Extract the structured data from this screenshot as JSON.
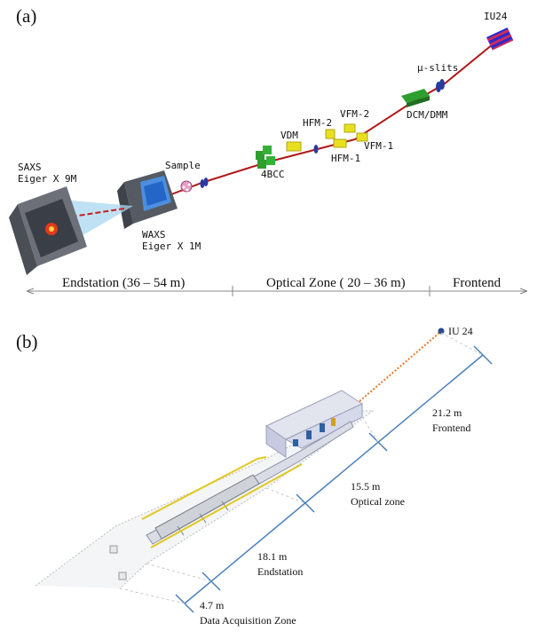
{
  "panel_a": {
    "tag": "(a)",
    "components": {
      "iu24": "IU24",
      "mu_slits": "µ-slits",
      "dcm_dmm": "DCM/DMM",
      "vfm2": "VFM-2",
      "hfm2": "HFM-2",
      "vdm": "VDM",
      "vfm1": "VFM-1",
      "hfm1": "HFM-1",
      "bcc4": "4BCC",
      "sample": "Sample",
      "saxs_line1": "SAXS",
      "saxs_line2": "Eiger X 9M",
      "waxs_line1": "WAXS",
      "waxs_line2": "Eiger X 1M"
    },
    "zones": {
      "endstation": "Endstation  (36 – 54 m)",
      "optical": "Optical Zone  ( 20 – 36 m)",
      "frontend": "Frontend"
    }
  },
  "panel_b": {
    "tag": "(b)",
    "source": "IU 24",
    "segments": {
      "frontend_len": "21.2 m",
      "frontend_name": "Frontend",
      "optical_len": "15.5 m",
      "optical_name": "Optical zone",
      "endstation_len": "18.1 m",
      "endstation_name": "Endstation",
      "daq_len": "4.7 m",
      "daq_name": "Data Acquisition Zone"
    }
  },
  "colors": {
    "beam": "#b01818",
    "mirror_yellow": "#e8df20",
    "mono_green": "#2e9e2e",
    "undulator_blue": "#2a2ad0",
    "dimension_blue": "#4a80b8",
    "detector_grey": "#6d7078"
  }
}
